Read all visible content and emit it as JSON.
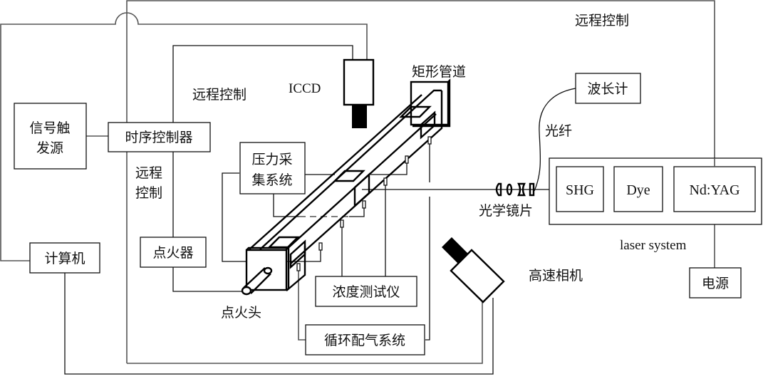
{
  "labels": {
    "remote_control_top": "远程控制",
    "remote_control_mid": "远程控制",
    "remote_control_vertical_1": "远程",
    "remote_control_vertical_2": "控制",
    "iccd": "ICCD",
    "rect_duct": "矩形管道",
    "fiber": "光纤",
    "optics": "光学镜片",
    "laser_system": "laser system",
    "high_speed_camera": "高速相机",
    "igniter_head": "点火头"
  },
  "boxes": {
    "signal_trigger_line1": "信号触",
    "signal_trigger_line2": "发源",
    "timing_controller": "时序控制器",
    "computer": "计算机",
    "igniter": "点火器",
    "pressure_acq_line1": "压力采",
    "pressure_acq_line2": "集系统",
    "concentration_tester": "浓度测试仪",
    "gas_circulation": "循环配气系统",
    "wavelength_meter": "波长计",
    "shg": "SHG",
    "dye": "Dye",
    "nd_yag": "Nd:YAG",
    "power_supply": "电源"
  }
}
